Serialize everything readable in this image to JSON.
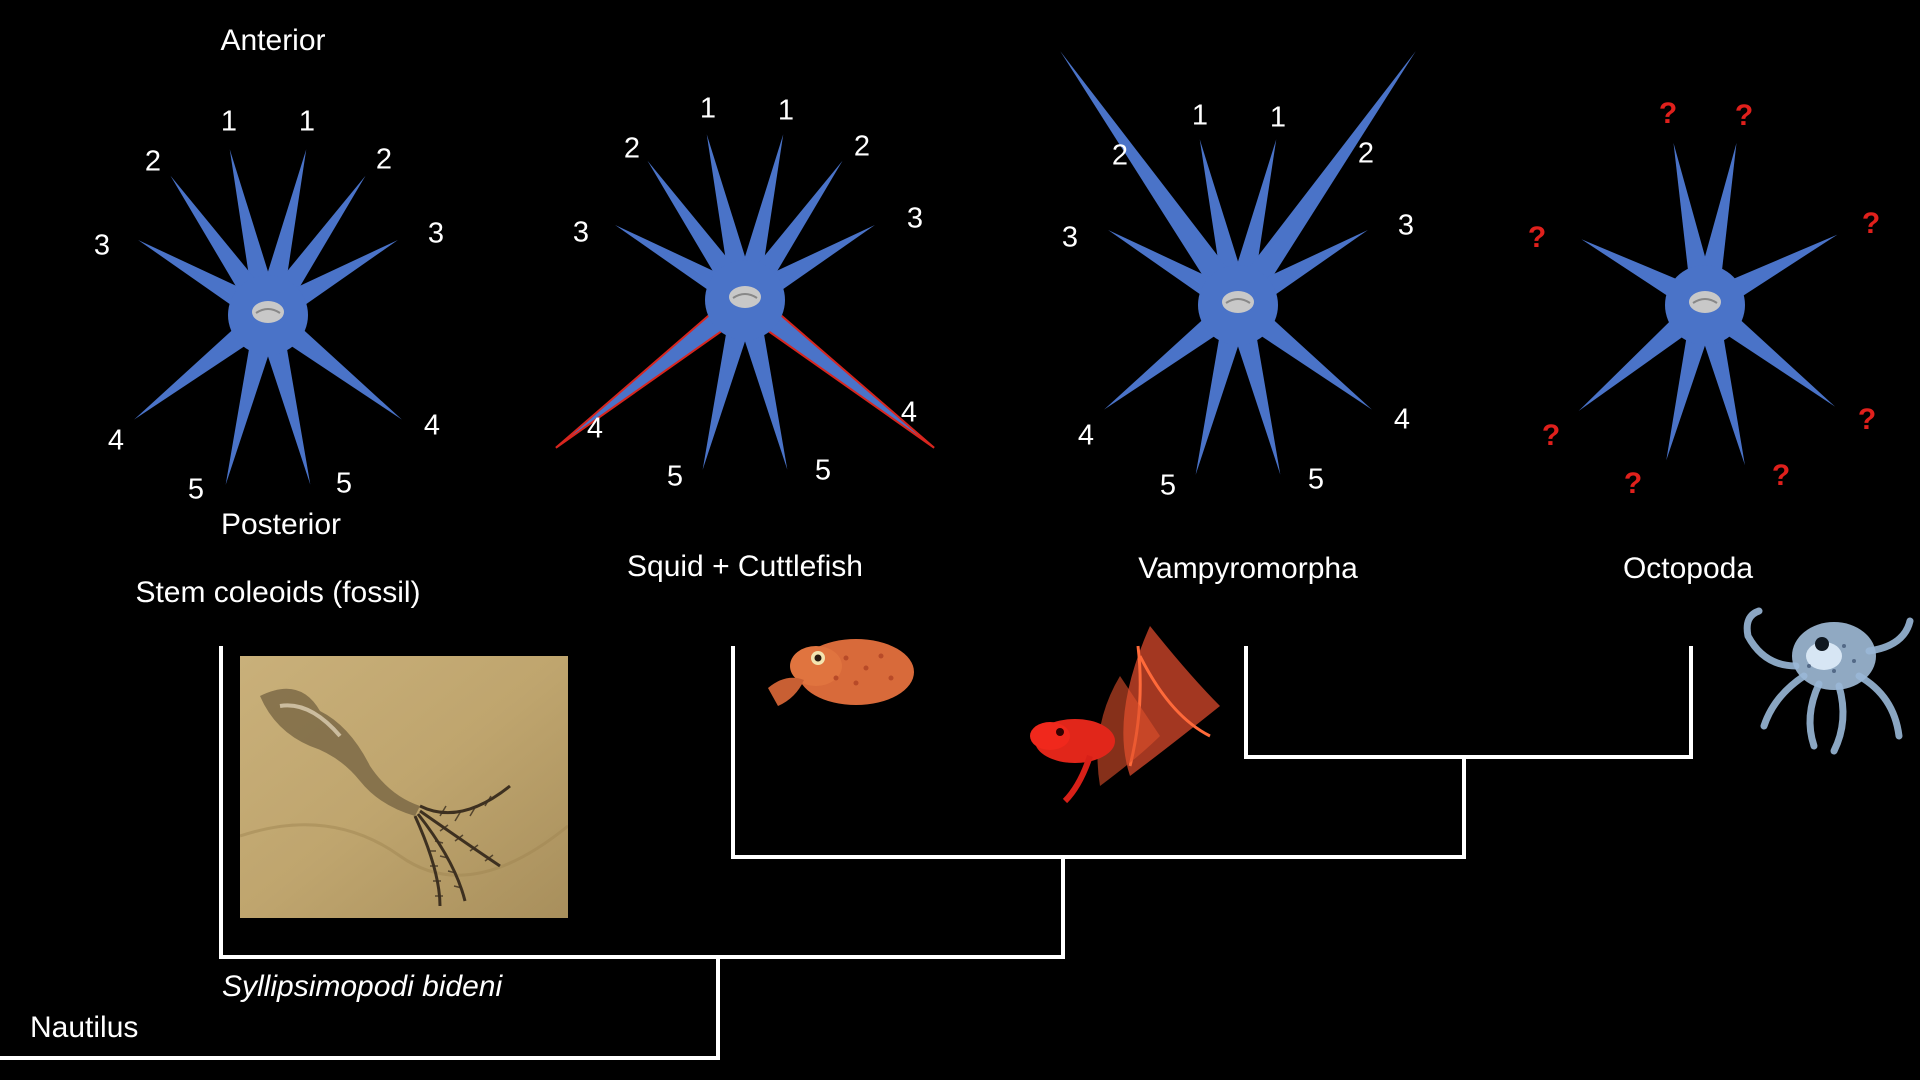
{
  "colors": {
    "background": "#000000",
    "arm": "#4a73c8",
    "highlight_arm": "#d8261f",
    "beak": "#c8c8c8",
    "question_mark": "#e0201c",
    "tree_line": "#ffffff"
  },
  "labels": {
    "anterior": "Anterior",
    "posterior": "Posterior"
  },
  "diagrams": [
    {
      "id": "stem",
      "arm_labels": [
        "1",
        "1",
        "2",
        "2",
        "3",
        "3",
        "4",
        "4",
        "5",
        "5"
      ],
      "highlight_arm_pair": "",
      "extra_long_arm_pair": ""
    },
    {
      "id": "squid",
      "arm_labels": [
        "1",
        "1",
        "2",
        "2",
        "3",
        "3",
        "4",
        "4",
        "5",
        "5"
      ],
      "highlight_arm_pair": "4",
      "extra_long_arm_pair": ""
    },
    {
      "id": "vampyro",
      "arm_labels": [
        "1",
        "1",
        "2",
        "2",
        "3",
        "3",
        "4",
        "4",
        "5",
        "5"
      ],
      "highlight_arm_pair": "",
      "extra_long_arm_pair": "2"
    },
    {
      "id": "octo",
      "arm_labels": [
        "?",
        "?",
        "?",
        "?",
        "?",
        "?",
        "?",
        "?"
      ],
      "highlight_arm_pair": "",
      "extra_long_arm_pair": ""
    }
  ],
  "taxa": {
    "stem": "Stem coleoids (fossil)",
    "squid": "Squid + Cuttlefish",
    "vampyro": "Vampyromorpha",
    "octo": "Octopoda",
    "fossil_species": "Syllipsimopodi bideni",
    "outgroup": "Nautilus"
  },
  "photos": {
    "fossil": "fossil-specimen",
    "cuttlefish": "bobtail-squid",
    "vampire_squid": "vampire-squid",
    "octopus": "octopus"
  }
}
